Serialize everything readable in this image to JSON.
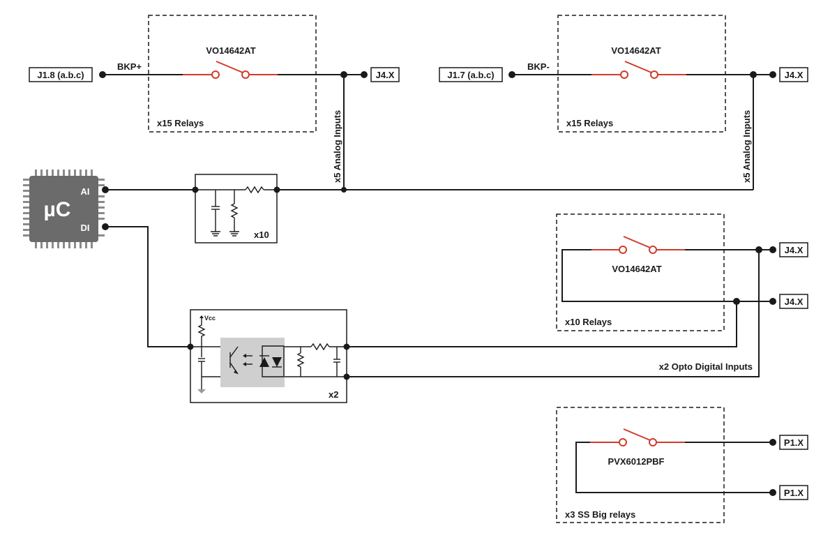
{
  "labels": {
    "j18": "J1.8 (a.b.c)",
    "j17": "J1.7 (a.b.c)",
    "bkp_plus": "BKP+",
    "bkp_minus": "BKP-",
    "relay_part": "VO14642AT",
    "ss_part": "PVX6012PBF",
    "j4x": "J4.X",
    "p1x": "P1.X",
    "x15_relays": "x15 Relays",
    "x10_relays": "x10 Relays",
    "x3_ss_relays": "x3 SS Big relays",
    "x5_analog": "x5 Analog Inputs",
    "x10": "x10",
    "x2": "x2",
    "opto_digital": "x2 Opto Digital Inputs",
    "vcc": "Vcc",
    "mcu": "µC",
    "ai": "AI",
    "di": "DI"
  },
  "colors": {
    "wire": "#1a1a1a",
    "switch": "#d23a2a",
    "chip": "#6b6b6b",
    "opto_fill": "#cfcfcf"
  }
}
